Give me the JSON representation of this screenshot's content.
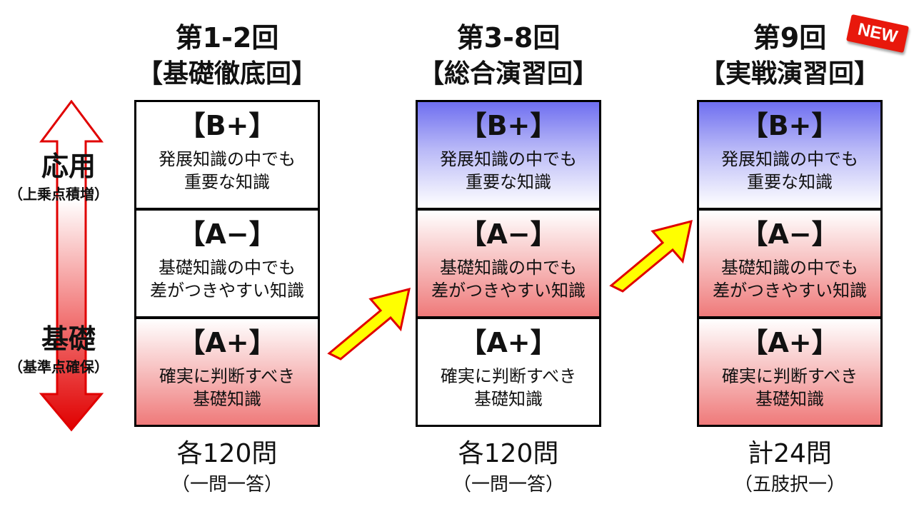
{
  "side": {
    "top_label": "応用",
    "top_sublabel": "（上乗点積増）",
    "bottom_label": "基礎",
    "bottom_sublabel": "（基準点確保）"
  },
  "badge": "NEW",
  "colors": {
    "blue": "#6f6ff0",
    "red": "#ef7a7a",
    "arrow_yellow": "#ffff00",
    "arrow_red": "#e00000"
  },
  "columns": [
    {
      "title": "第1-2回",
      "subtitle": "【基礎徹底回】",
      "boxes": [
        {
          "level": "【B+】",
          "line1": "発展知識の中でも",
          "line2": "重要な知識",
          "bg": "white"
        },
        {
          "level": "【A−】",
          "line1": "基礎知識の中でも",
          "line2": "差がつきやすい知識",
          "bg": "white"
        },
        {
          "level": "【A+】",
          "line1": "確実に判断すべき",
          "line2": "基礎知識",
          "bg": "red"
        }
      ],
      "count": "各120問",
      "note": "（一問一答）"
    },
    {
      "title": "第3-8回",
      "subtitle": "【総合演習回】",
      "boxes": [
        {
          "level": "【B+】",
          "line1": "発展知識の中でも",
          "line2": "重要な知識",
          "bg": "blue"
        },
        {
          "level": "【A−】",
          "line1": "基礎知識の中でも",
          "line2": "差がつきやすい知識",
          "bg": "red"
        },
        {
          "level": "【A+】",
          "line1": "確実に判断すべき",
          "line2": "基礎知識",
          "bg": "white"
        }
      ],
      "count": "各120問",
      "note": "（一問一答）"
    },
    {
      "title": "第9回",
      "subtitle": "【実戦演習回】",
      "boxes": [
        {
          "level": "【B+】",
          "line1": "発展知識の中でも",
          "line2": "重要な知識",
          "bg": "blue"
        },
        {
          "level": "【A−】",
          "line1": "基礎知識の中でも",
          "line2": "差がつきやすい知識",
          "bg": "red"
        },
        {
          "level": "【A+】",
          "line1": "確実に判断すべき",
          "line2": "基礎知識",
          "bg": "red"
        }
      ],
      "count": "計24問",
      "note": "（五肢択一）"
    }
  ]
}
